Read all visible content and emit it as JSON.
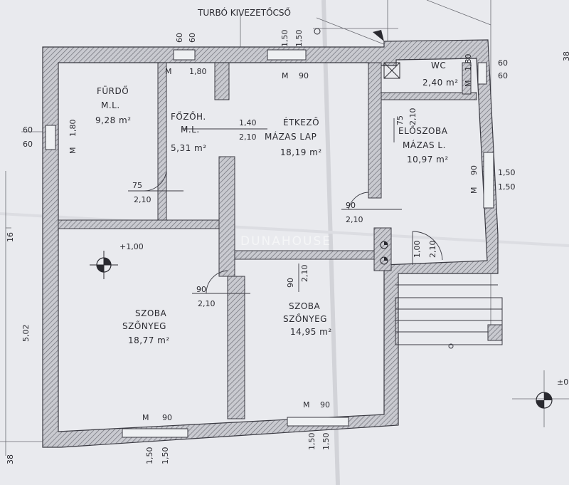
{
  "header": {
    "title": "TURBÓ KIVEZETŐCSŐ"
  },
  "rooms": {
    "furdo": {
      "name": "FÜRDŐ",
      "finish": "M.L.",
      "area": "9,28 m²"
    },
    "fozo": {
      "name": "FŐZŐH.",
      "finish": "M.L.",
      "area": "5,31 m²"
    },
    "etkezo": {
      "name": "ÉTKEZŐ",
      "finish": "MÁZAS LAP",
      "area": "18,19 m²"
    },
    "wc": {
      "name": "WC",
      "area": "2,40 m²"
    },
    "eloszoba": {
      "name": "ELŐSZOBA",
      "finish": "MÁZAS L.",
      "area": "10,97 m²"
    },
    "szoba1": {
      "name": "SZOBA",
      "finish": "SZŐNYEG",
      "area": "18,77 m²"
    },
    "szoba2": {
      "name": "SZOBA",
      "finish": "SZŐNYEG",
      "area": "14,95 m²"
    }
  },
  "levels": {
    "main": "+1,00",
    "outside": "±0"
  },
  "windows": {
    "top_left": {
      "m": "M",
      "width": "1,80",
      "v1": "60",
      "v2": "60"
    },
    "top_mid": {
      "m": "M",
      "width": "90",
      "v1": "1,50",
      "v2": "1,50"
    },
    "left": {
      "m": "M",
      "width": "1,80",
      "v1": "60",
      "v2": "60"
    },
    "wc": {
      "m": "M",
      "width": "1,80",
      "v1": "60",
      "v2": "60"
    },
    "right": {
      "m": "M",
      "width": "90",
      "v1": "1,50",
      "v2": "1,50"
    },
    "bottom_l": {
      "m": "M",
      "width": "90",
      "v1": "1,50",
      "v2": "1,50"
    },
    "bottom_r": {
      "m": "M",
      "width": "90",
      "v1": "1,50",
      "v2": "1,50"
    }
  },
  "doors": {
    "fozo": {
      "w": "1,40",
      "h": "2,10"
    },
    "furdo": {
      "w": "75",
      "h": "2,10"
    },
    "etkezo": {
      "w": "90",
      "h": "2,10"
    },
    "wc": {
      "w": "75",
      "h": "2,10"
    },
    "szoba1": {
      "w": "90",
      "h": "2,10"
    },
    "szoba2": {
      "w": "90",
      "h": "2,10"
    },
    "entry": {
      "w": "1,00",
      "h": "2,10"
    }
  },
  "side_dims": {
    "left_total": "5,02",
    "left_top": "16",
    "left_bottom": "38",
    "right_top": "38"
  },
  "watermark": "DUNAHOUSE",
  "colors": {
    "paper": "#e9eaee",
    "ink": "#2a2a30",
    "hatch": "#9a9aa2"
  }
}
